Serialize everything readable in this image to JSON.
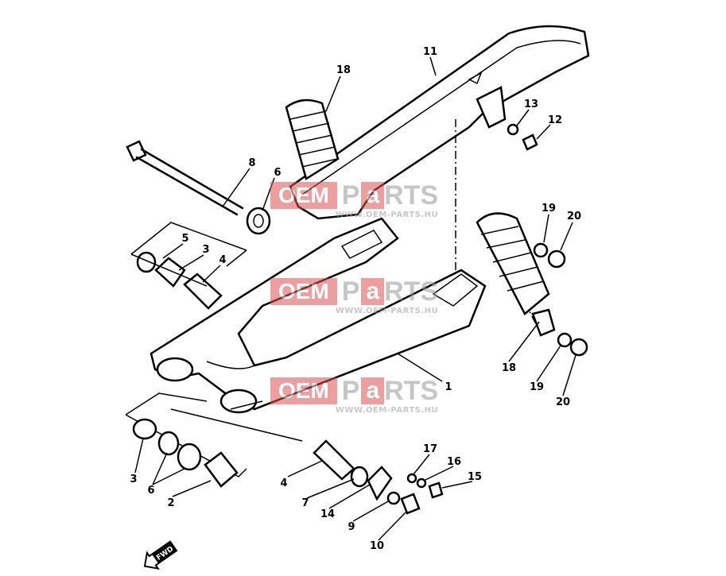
{
  "diagram": {
    "labels": [
      "11",
      "18",
      "13",
      "12",
      "8",
      "6",
      "19",
      "20",
      "5",
      "3",
      "4",
      "1",
      "18",
      "19",
      "20",
      "3",
      "6",
      "2",
      "17",
      "16",
      "15",
      "4",
      "7",
      "14",
      "9",
      "10"
    ],
    "fwd_arrow": "FWD"
  },
  "watermark": {
    "oem": "OEM",
    "p": "P",
    "a": "a",
    "rts": "RTS",
    "url": "WWW.OEM-PARTS.HU"
  }
}
